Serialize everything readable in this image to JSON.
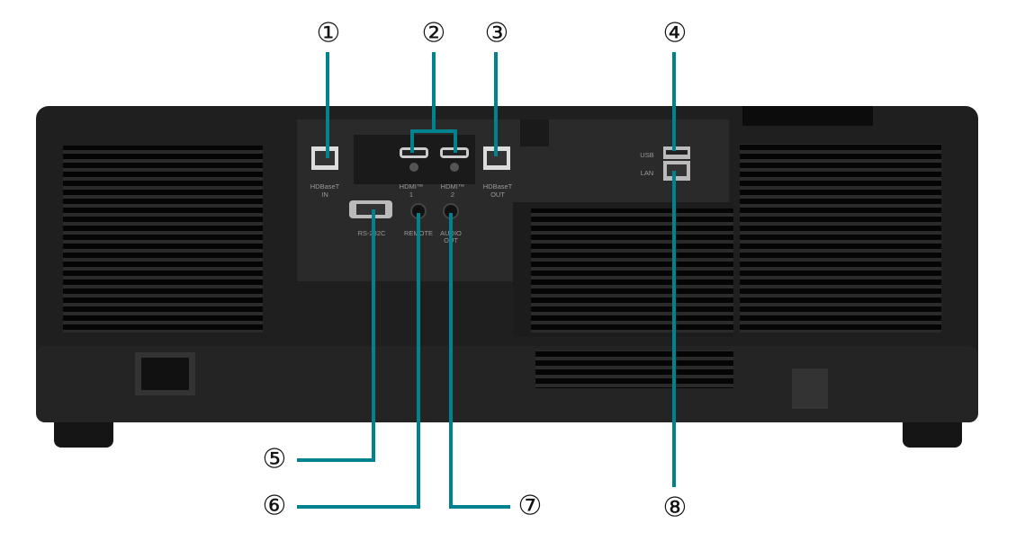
{
  "ports": {
    "hdbaset_in": [
      "HDBaseT",
      "IN"
    ],
    "hdmi1": [
      "HDMI™",
      "1"
    ],
    "hdmi2": [
      "HDMI™",
      "2"
    ],
    "hdbaset_out": [
      "HDBaseT",
      "OUT"
    ],
    "usb": "USB",
    "lan": "LAN",
    "rs232c": "RS-232C",
    "remote": "REMOTE",
    "audio_out": [
      "AUDIO",
      "OUT"
    ]
  },
  "callouts": [
    "①",
    "②",
    "③",
    "④",
    "⑤",
    "⑥",
    "⑦",
    "⑧"
  ],
  "colors": {
    "callout_line": "#00838f",
    "body": "#1e1e1e",
    "panel": "#2a2a2a"
  }
}
